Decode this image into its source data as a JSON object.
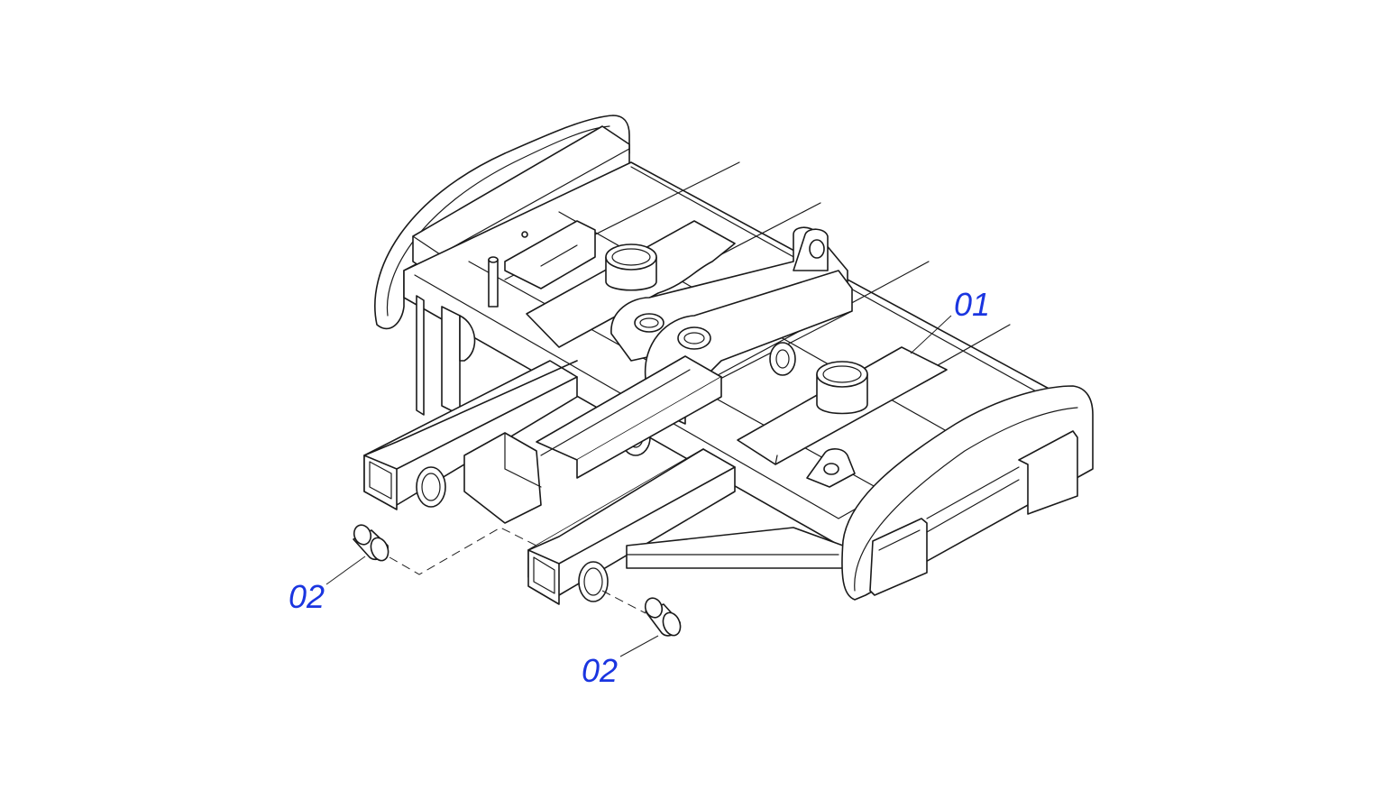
{
  "colors": {
    "callout": "#1a35e0",
    "line": "#1a1a1a",
    "background": "#ffffff"
  },
  "callouts": {
    "frame": "01",
    "bushing_left": "02",
    "bushing_right": "02"
  }
}
